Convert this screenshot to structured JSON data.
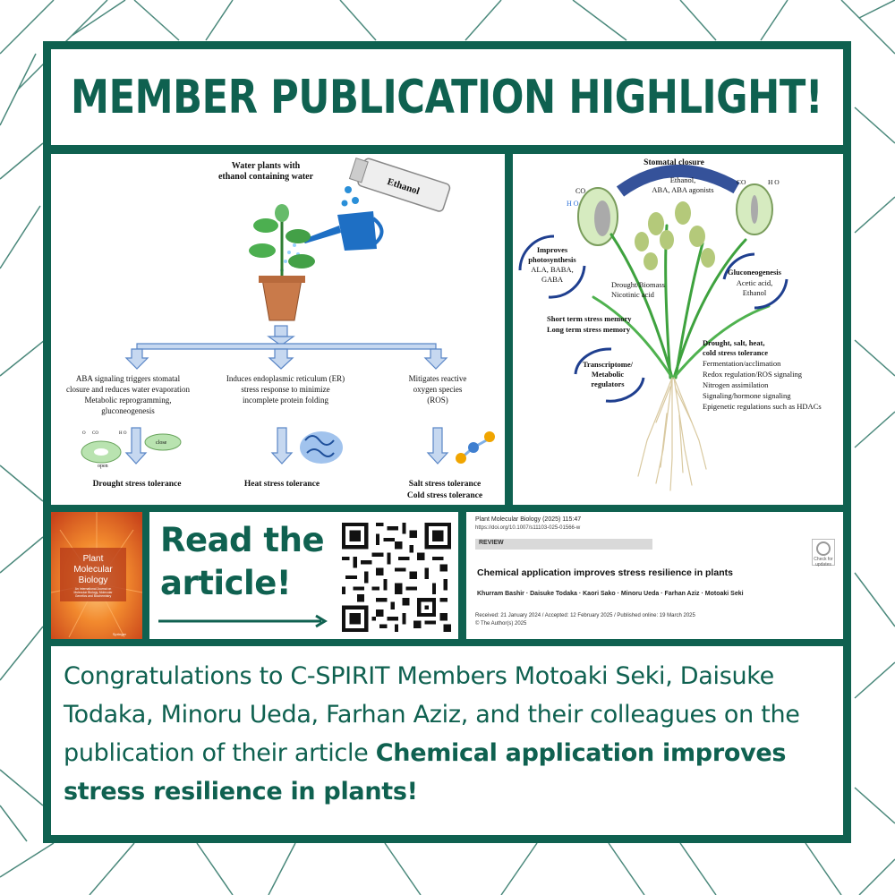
{
  "colors": {
    "brand_green": "#0f6150",
    "figure_blue": "#7ea6d8",
    "arrow_navy": "#1f3f8f",
    "plant_green": "#3ea23e"
  },
  "title": "MEMBER PUBLICATION HIGHLIGHT!",
  "figure_left": {
    "top_label_line1": "Water plants with",
    "top_label_line2": "ethanol containing water",
    "bottle_label": "Ethanol",
    "col1_lines": [
      "ABA signaling triggers stomatal",
      "closure and reduces water evaporation",
      "Metabolic reprogramming,",
      "gluconeogenesis"
    ],
    "col2_lines": [
      "Induces endoplasmic reticulum (ER)",
      "stress response to minimize",
      "incomplete protein folding"
    ],
    "col3_lines": [
      "Mitigates reactive",
      "oxygen species",
      "(ROS)"
    ],
    "stomata_labels": {
      "o2": "O",
      "co2": "CO",
      "h2o": "H O",
      "open": "open",
      "close": "close"
    },
    "outcome1": "Drought stress tolerance",
    "outcome2": "Heat stress tolerance",
    "outcome3a": "Salt stress tolerance",
    "outcome3b": "Cold stress tolerance"
  },
  "figure_right": {
    "stomatal_closure": "Stomatal closure",
    "stomatal_agents_line1": "Ethanol,",
    "stomatal_agents_line2": "ABA, ABA agonists",
    "co2_left": "CO",
    "h2o_left": "H O",
    "co2_right": "CO",
    "h2o_right": "H O",
    "photosynthesis_line1": "Improves",
    "photosynthesis_line2": "photosynthesis",
    "photosynthesis_line3": "ALA, BABA,",
    "photosynthesis_line4": "GABA",
    "gluconeogenesis_title": "Gluconeogenesis",
    "gluconeogenesis_line1": "Acetic acid,",
    "gluconeogenesis_line2": "Ethanol",
    "drought_biomass": "Drought/Biomass",
    "nicotinic": "Nicotinic acid",
    "memory_short": "Short term stress memory",
    "memory_long": "Long term stress memory",
    "transcriptome_line1": "Transcriptome/",
    "transcriptome_line2": "Metabolic",
    "transcriptome_line3": "regulators",
    "tolerance_title_line1": "Drought, salt, heat,",
    "tolerance_title_line2": "cold stress tolerance",
    "tolerance_items": [
      "Fermentation/acclimation",
      "Redox regulation/ROS signaling",
      "Nitrogen assimilation",
      "Signaling/hormone signaling",
      "Epigenetic regulations such as HDACs"
    ]
  },
  "cover": {
    "title_line1": "Plant",
    "title_line2": "Molecular",
    "title_line3": "Biology",
    "subtitle_line1": "An International Journal on",
    "subtitle_line2": "Molecular Biology, Molecular",
    "subtitle_line3": "Genetics and Biochemistry",
    "publisher": "Springer"
  },
  "read_cta": {
    "line1": "Read the",
    "line2": "article!"
  },
  "paper": {
    "journal": "Plant Molecular Biology (2025) 115:47",
    "doi": "https://doi.org/10.1007/s11103-025-01566-w",
    "section": "REVIEW",
    "check_line1": "Check for",
    "check_line2": "updates",
    "title": "Chemical application improves stress resilience in plants",
    "authors": "Khurram Bashir · Daisuke Todaka · Kaori Sako · Minoru Ueda · Farhan Aziz · Motoaki Seki",
    "dates": "Received: 21 January 2024 / Accepted: 12 February 2025 / Published online: 19 March 2025",
    "copyright": "© The Author(s) 2025"
  },
  "congrats": {
    "text": "Congratulations to C-SPIRIT Members Motoaki Seki, Daisuke Todaka, Minoru Ueda, Farhan Aziz, and their colleagues on the publication of their article ",
    "article_title": "Chemical application improves stress resilience in plants!"
  }
}
